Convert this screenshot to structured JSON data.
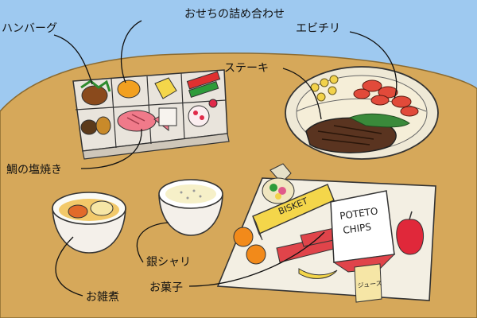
{
  "colors": {
    "sky": "#9ec9f0",
    "table": "#d6a85a",
    "bento_box": "#e9e4dc",
    "plate": "#efe9d6",
    "paper": "#f3efe3",
    "ink": "#111111"
  },
  "labels": {
    "hamburg": "ハンバーグ",
    "osechi": "おせちの詰め合わせ",
    "ebichili": "エビチリ",
    "steak": "ステーキ",
    "tai": "鯛の塩焼き",
    "ozouni": "お雑煮",
    "ginshari": "銀シャリ",
    "okashi": "お菓子"
  },
  "packages": {
    "biscuit": "BISKET",
    "chips_line1": "POTETO",
    "chips_line2": "CHIPS",
    "juice": "ジュース"
  }
}
